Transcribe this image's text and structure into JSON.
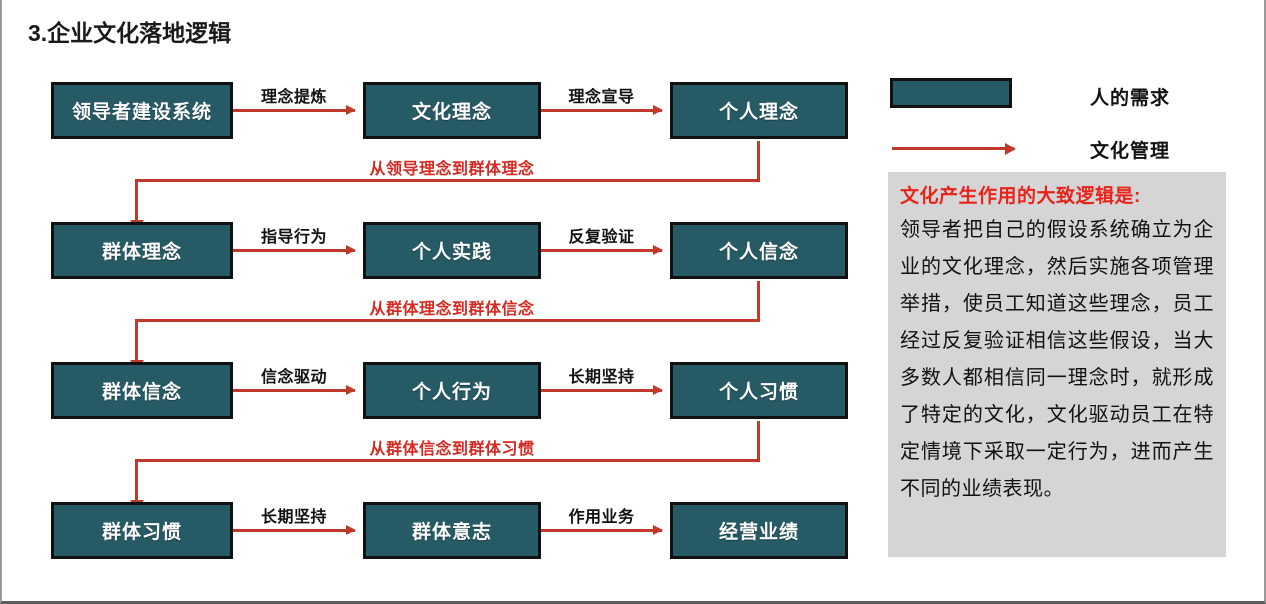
{
  "title": "3.企业文化落地逻辑",
  "colors": {
    "node_fill": "#265b66",
    "node_border": "#111111",
    "arrow": "#c0392b",
    "loop_label": "#d42a21",
    "note_panel_bg": "#d5d5d5",
    "note_heading": "#e8231a"
  },
  "flow": {
    "rows": [
      {
        "nodes": [
          "领导者建设系统",
          "文化理念",
          "个人理念"
        ],
        "edge_labels": [
          "理念提炼",
          "理念宣导"
        ]
      },
      {
        "nodes": [
          "群体理念",
          "个人实践",
          "个人信念"
        ],
        "edge_labels": [
          "指导行为",
          "反复验证"
        ]
      },
      {
        "nodes": [
          "群体信念",
          "个人行为",
          "个人习惯"
        ],
        "edge_labels": [
          "信念驱动",
          "长期坚持"
        ]
      },
      {
        "nodes": [
          "群体习惯",
          "群体意志",
          "经营业绩"
        ],
        "edge_labels": [
          "长期坚持",
          "作用业务"
        ]
      }
    ],
    "loop_labels": [
      "从领导理念到群体理念",
      "从群体理念到群体信念",
      "从群体信念到群体习惯"
    ]
  },
  "legend": {
    "swatch_label": "人的需求",
    "arrow_label": "文化管理"
  },
  "note": {
    "heading": "文化产生作用的大致逻辑是:",
    "body": "领导者把自己的假设系统确立为企业的文化理念，然后实施各项管理举措，使员工知道这些理念，员工经过反复验证相信这些假设，当大多数人都相信同一理念时，就形成了特定的文化，文化驱动员工在特定情境下采取一定行为，进而产生不同的业绩表现。"
  }
}
